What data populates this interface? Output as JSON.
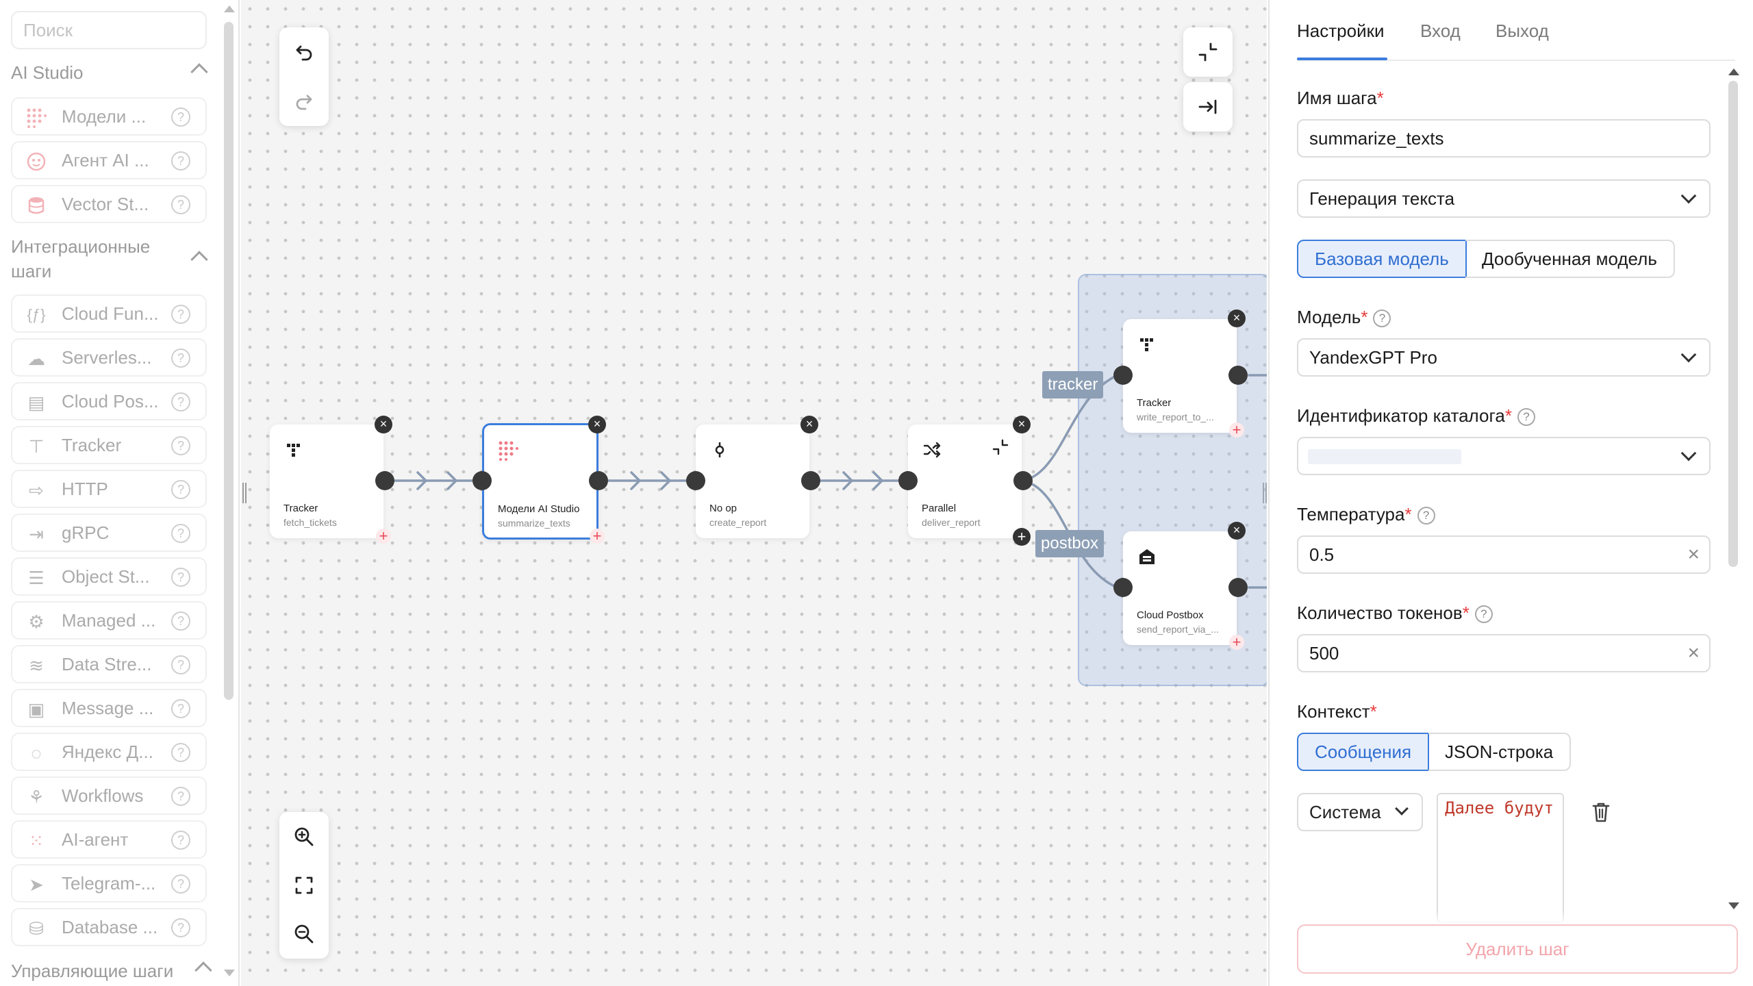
{
  "sidebar": {
    "search_placeholder": "Поиск",
    "sections": [
      {
        "title": "AI Studio"
      },
      {
        "title": "Интеграционные шаги"
      },
      {
        "title": "Управляющие шаги"
      }
    ],
    "ai_items": [
      {
        "label": "Модели ...",
        "icon": "dots-grid-icon"
      },
      {
        "label": "Агент AI ...",
        "icon": "robot-face-icon"
      },
      {
        "label": "Vector St...",
        "icon": "database-cylinder-icon"
      }
    ],
    "integration_items": [
      {
        "label": "Cloud Fun...",
        "icon": "function-braces-icon"
      },
      {
        "label": "Serverles...",
        "icon": "cloud-cluster-icon"
      },
      {
        "label": "Cloud Pos...",
        "icon": "mailbox-icon"
      },
      {
        "label": "Tracker",
        "icon": "tracker-icon"
      },
      {
        "label": "HTTP",
        "icon": "http-arrow-icon"
      },
      {
        "label": "gRPC",
        "icon": "grpc-login-icon"
      },
      {
        "label": "Object St...",
        "icon": "storage-stack-icon"
      },
      {
        "label": "Managed ...",
        "icon": "managed-db-icon"
      },
      {
        "label": "Data Stre...",
        "icon": "data-stream-icon"
      },
      {
        "label": "Message ...",
        "icon": "message-queue-icon"
      },
      {
        "label": "Яндекс Д...",
        "icon": "yandex-disk-icon"
      },
      {
        "label": "Workflows",
        "icon": "workflows-icon"
      },
      {
        "label": "AI-агент",
        "icon": "dots-grid-icon"
      },
      {
        "label": "Telegram-...",
        "icon": "telegram-plane-icon"
      },
      {
        "label": "Database ...",
        "icon": "database-search-icon"
      }
    ]
  },
  "canvas": {
    "nodes": [
      {
        "title": "Tracker",
        "subtitle": "fetch_tickets"
      },
      {
        "title": "Модели AI Studio",
        "subtitle": "summarize_texts"
      },
      {
        "title": "No op",
        "subtitle": "create_report"
      },
      {
        "title": "Parallel",
        "subtitle": "deliver_report"
      },
      {
        "title": "Tracker",
        "subtitle": "write_report_to_..."
      },
      {
        "title": "Cloud Postbox",
        "subtitle": "send_report_via_..."
      }
    ],
    "branches": [
      {
        "label": "tracker"
      },
      {
        "label": "postbox"
      }
    ]
  },
  "panel": {
    "tabs": [
      "Настройки",
      "Вход",
      "Выход"
    ],
    "step_name_label": "Имя шага",
    "step_name_value": "summarize_texts",
    "mode_value": "Генерация текста",
    "model_type": {
      "base": "Базовая модель",
      "tuned": "Дообученная модель"
    },
    "model_label": "Модель",
    "model_value": "YandexGPT Pro",
    "catalog_label": "Идентификатор каталога",
    "temperature_label": "Температура",
    "temperature_value": "0.5",
    "tokens_label": "Количество токенов",
    "tokens_value": "500",
    "context_label": "Контекст",
    "context_type": {
      "messages": "Сообщения",
      "json": "JSON-строка"
    },
    "role_value": "Система",
    "message_text": "Далее будут",
    "delete_button": "Удалить шаг"
  },
  "colors": {
    "accent": "#3b7ddd",
    "required": "#e83a3a",
    "danger_light": "#f3a5ab",
    "branch_label": "#8d9fb5"
  }
}
